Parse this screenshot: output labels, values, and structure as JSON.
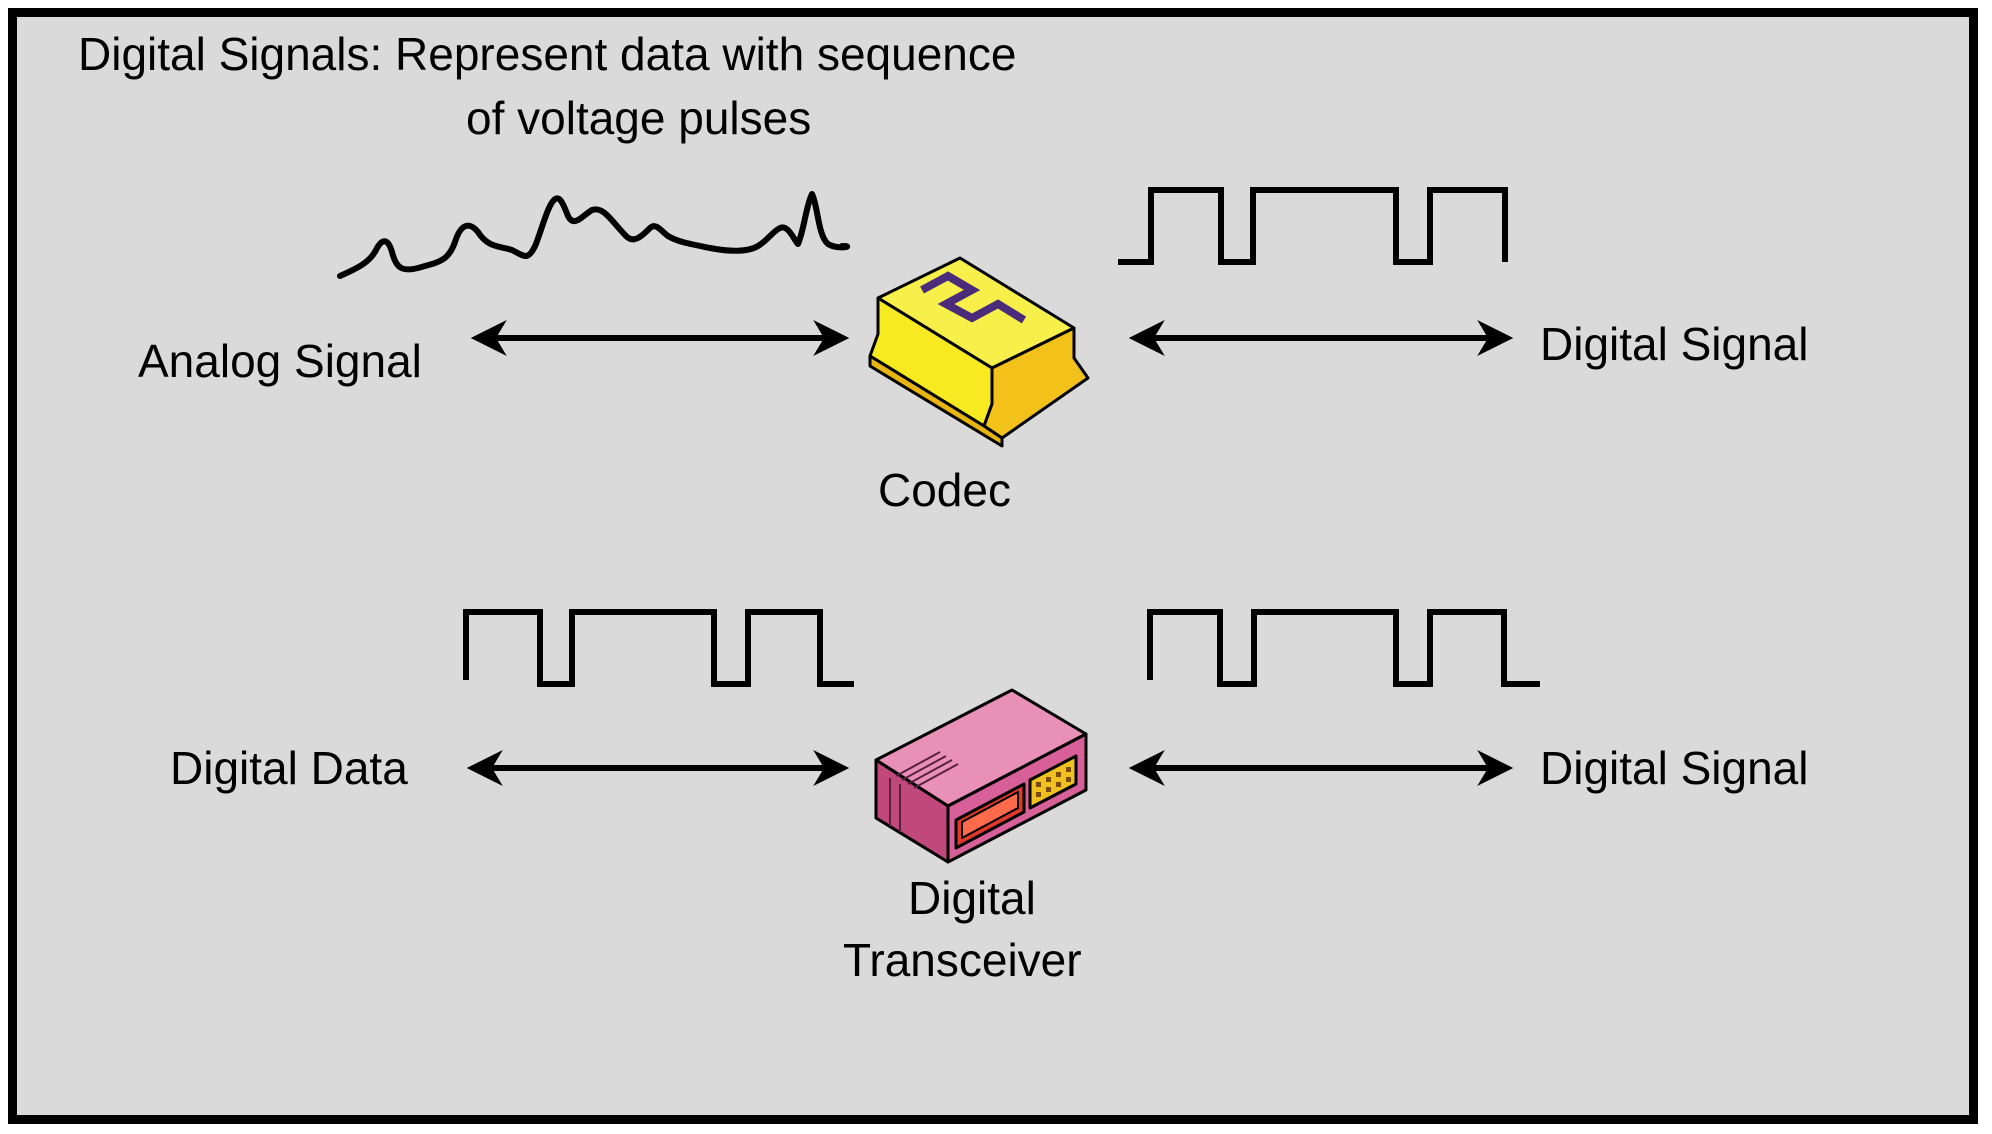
{
  "title": {
    "line1": "Digital Signals: Represent data with sequence",
    "line2": "of voltage pulses"
  },
  "colors": {
    "background": "#dadada",
    "codec_body": "#f5e418",
    "transceiver_body": "#e07aa8"
  },
  "top_row": {
    "left_label": "Analog Signal",
    "device_label": "Codec",
    "device_icon": "codec-icon",
    "right_label": "Digital Signal"
  },
  "bottom_row": {
    "left_label": "Digital Data",
    "device_label_line1": "Digital",
    "device_label_line2": "Transceiver",
    "device_icon": "transceiver-icon",
    "right_label": "Digital Signal"
  }
}
